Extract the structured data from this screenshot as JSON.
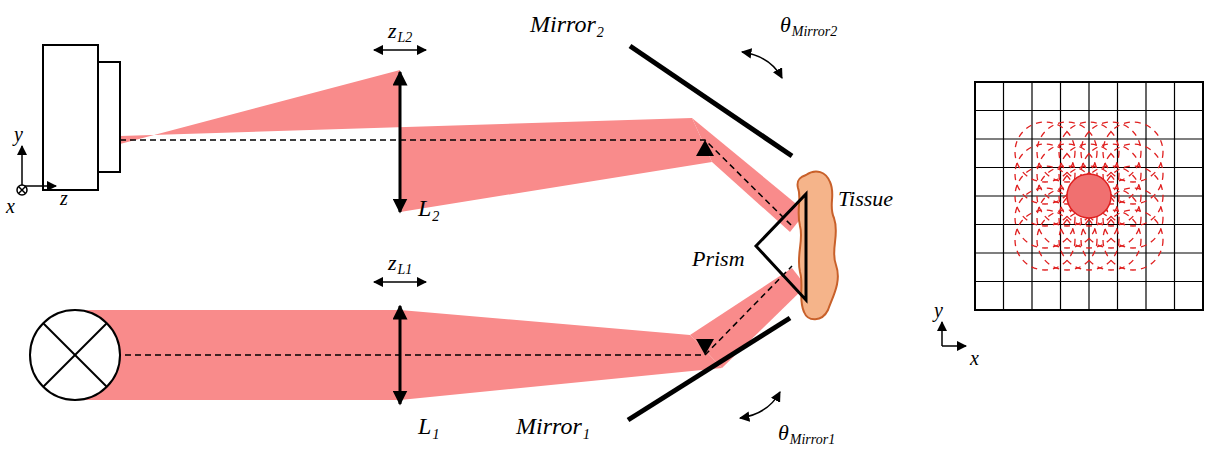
{
  "diagram": {
    "labels": [
      "z",
      "L2",
      "Mirror₂",
      "θ",
      "Mirror2",
      "y",
      "x",
      "z",
      "L₂",
      "Tissue",
      "Prism",
      "z",
      "L1",
      "L₁",
      "Mirror₁",
      "θ",
      "Mirror1",
      "y",
      "x"
    ]
  }
}
